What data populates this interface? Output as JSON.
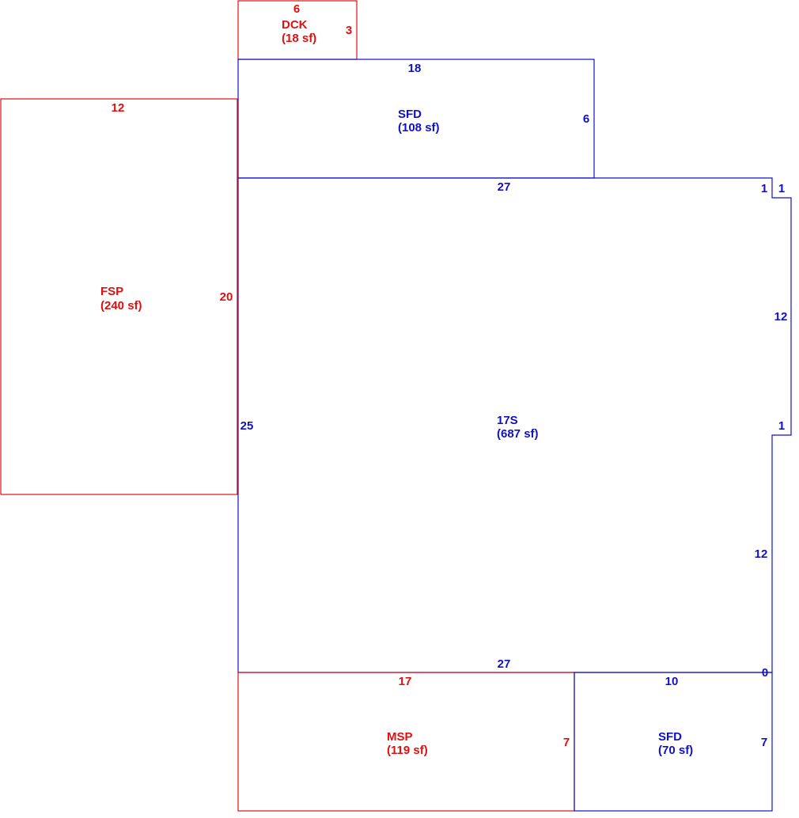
{
  "colors": {
    "red": "#e01010",
    "blue": "#1010c8"
  },
  "areas": {
    "dck": {
      "code": "DCK",
      "area": "(18 sf)",
      "dims": {
        "top": "6",
        "right": "3"
      }
    },
    "sfd_top": {
      "code": "SFD",
      "area": "(108 sf)",
      "dims": {
        "top": "18",
        "right": "6"
      }
    },
    "fsp": {
      "code": "FSP",
      "area": "(240 sf)",
      "dims": {
        "top": "12",
        "right": "20"
      }
    },
    "main": {
      "code": "17S",
      "area": "(687 sf)",
      "dims": {
        "top": "27",
        "left": "25",
        "bottom": "27",
        "notch_top_a": "1",
        "notch_top_b": "1",
        "right_upper": "12",
        "notch_bottom": "1",
        "right_lower": "12",
        "corner": "0"
      }
    },
    "msp": {
      "code": "MSP",
      "area": "(119 sf)",
      "dims": {
        "top": "17",
        "right": "7"
      }
    },
    "sfd_bottom": {
      "code": "SFD",
      "area": "(70 sf)",
      "dims": {
        "top": "10",
        "right": "7"
      }
    }
  }
}
